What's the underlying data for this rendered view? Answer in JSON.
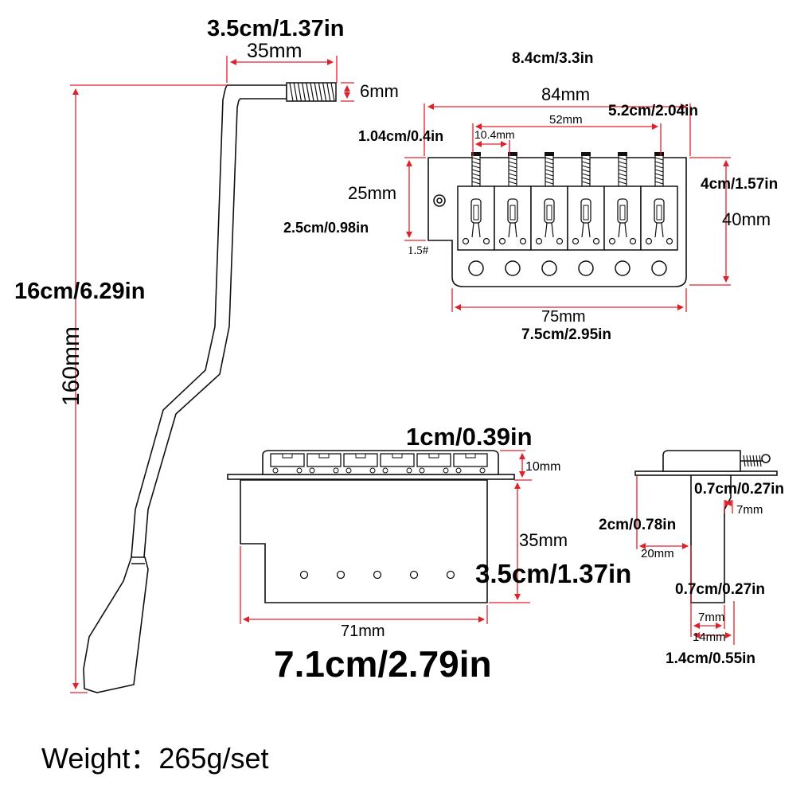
{
  "tremolo_arm": {
    "length_cm_in": "16cm/6.29in",
    "length_mm": "160mm",
    "bend_cm_in": "3.5cm/1.37in",
    "bend_mm": "35mm",
    "thread_mm": "6mm"
  },
  "bridge_top": {
    "width_cm_in": "8.4cm/3.3in",
    "width_mm": "84mm",
    "spacing_cm_in": "5.2cm/2.04in",
    "spacing_mm": "52mm",
    "pitch_cm_in": "1.04cm/0.4in",
    "pitch_mm": "10.4mm",
    "notch_mm": "25mm",
    "notch_cm_in": "2.5cm/0.98in",
    "height_cm_in": "4cm/1.57in",
    "height_mm": "40mm",
    "screw_label": "1.5#",
    "base_mm": "75mm",
    "base_cm_in": "7.5cm/2.95in"
  },
  "bridge_front": {
    "saddle_cm_in": "1cm/0.39in",
    "saddle_mm": "10mm",
    "block_mm": "35mm",
    "block_cm_in": "3.5cm/1.37in",
    "block_width_mm": "71mm",
    "block_width_cm_in": "7.1cm/2.79in"
  },
  "bridge_side": {
    "upper_cm_in": "0.7cm/0.27in",
    "upper_mm": "7mm",
    "depth_cm_in": "2cm/0.78in",
    "depth_mm": "20mm",
    "lower_cm_in": "0.7cm/0.27in",
    "lower_mm": "7mm",
    "base_mm": "14mm",
    "base_cm_in": "1.4cm/0.55in"
  },
  "weight": "Weight：265g/set",
  "colors": {
    "dimension": "#e0202a",
    "outline": "#111111"
  }
}
